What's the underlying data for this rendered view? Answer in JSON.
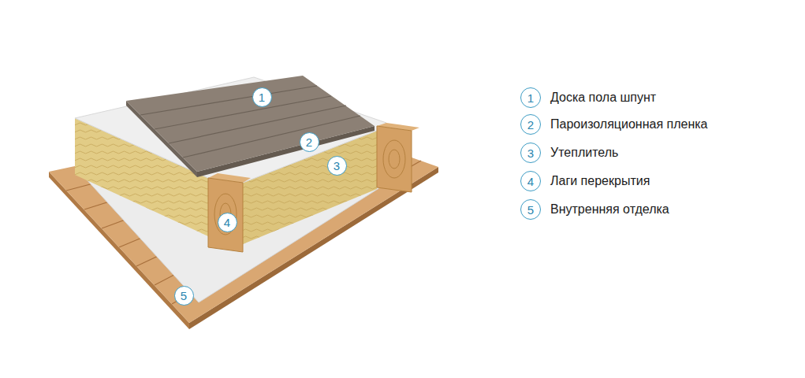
{
  "diagram": {
    "nodes": [
      {
        "text": [
          "1"
        ]
      },
      {
        "text": [
          "2"
        ]
      },
      {
        "text": [
          "3"
        ]
      },
      {
        "text": [
          "4"
        ]
      },
      {
        "text": [
          "5"
        ]
      },
      {
        "text": [
          "1",
          "Доска пола шпунт"
        ]
      },
      {
        "text": [
          "2",
          "Пароизоляционная пленка"
        ]
      },
      {
        "text": [
          "3",
          "Утеплитель"
        ]
      },
      {
        "text": [
          "4",
          "Лаги перекрытия"
        ]
      },
      {
        "text": [
          "5",
          "Внутренняя отделка"
        ]
      }
    ],
    "edges": []
  }
}
